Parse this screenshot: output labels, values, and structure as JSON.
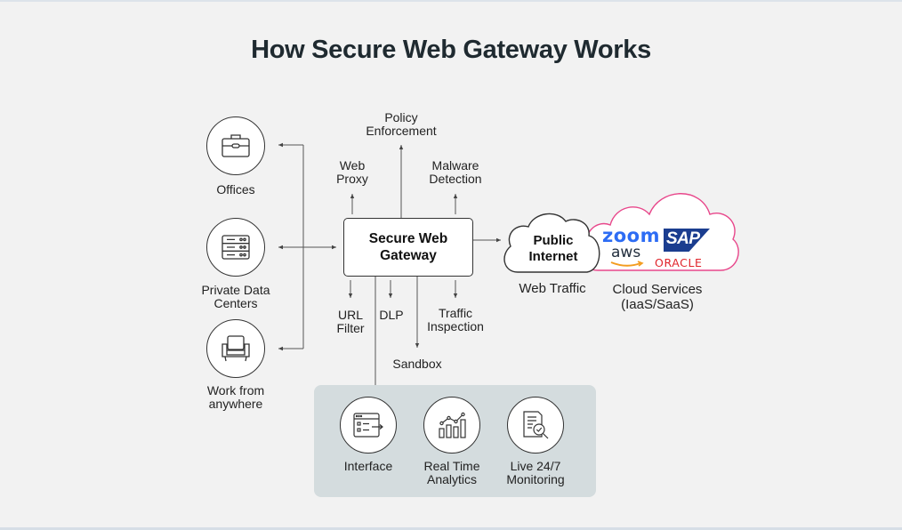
{
  "title": "How Secure Web Gateway Works",
  "sources": [
    {
      "label": "Offices",
      "icon": "briefcase-icon"
    },
    {
      "label": "Private Data\nCenters",
      "icon": "server-rack-icon"
    },
    {
      "label": "Work from\nanywhere",
      "icon": "armchair-icon"
    }
  ],
  "gateway": {
    "label": "Secure Web\nGateway"
  },
  "functions_top": [
    {
      "label": "Web\nProxy"
    },
    {
      "label": "Policy\nEnforcement"
    },
    {
      "label": "Malware\nDetection"
    }
  ],
  "functions_bottom": [
    {
      "label": "URL\nFilter"
    },
    {
      "label": "DLP"
    },
    {
      "label": "Sandbox"
    },
    {
      "label": "Traffic\nInspection"
    }
  ],
  "internet": {
    "label": "Public\nInternet",
    "caption": "Web Traffic"
  },
  "cloud": {
    "caption": "Cloud Services\n(IaaS/SaaS)",
    "logos": [
      {
        "name": "zoom",
        "text": "zoom",
        "color": "#2d6cf4"
      },
      {
        "name": "aws",
        "text": "aws",
        "color": "#232f3e",
        "accent": "#f39c1f"
      },
      {
        "name": "sap",
        "text": "SAP",
        "color": "#ffffff",
        "bg": "#1b3d8f"
      },
      {
        "name": "oracle",
        "text": "ORACLE",
        "color": "#e0242b"
      }
    ],
    "border_color": "#e8478b"
  },
  "features": [
    {
      "label": "Interface",
      "icon": "interface-window-icon"
    },
    {
      "label": "Real Time\nAnalytics",
      "icon": "analytics-chart-icon"
    },
    {
      "label": "Live 24/7\nMonitoring",
      "icon": "document-magnifier-icon"
    }
  ]
}
